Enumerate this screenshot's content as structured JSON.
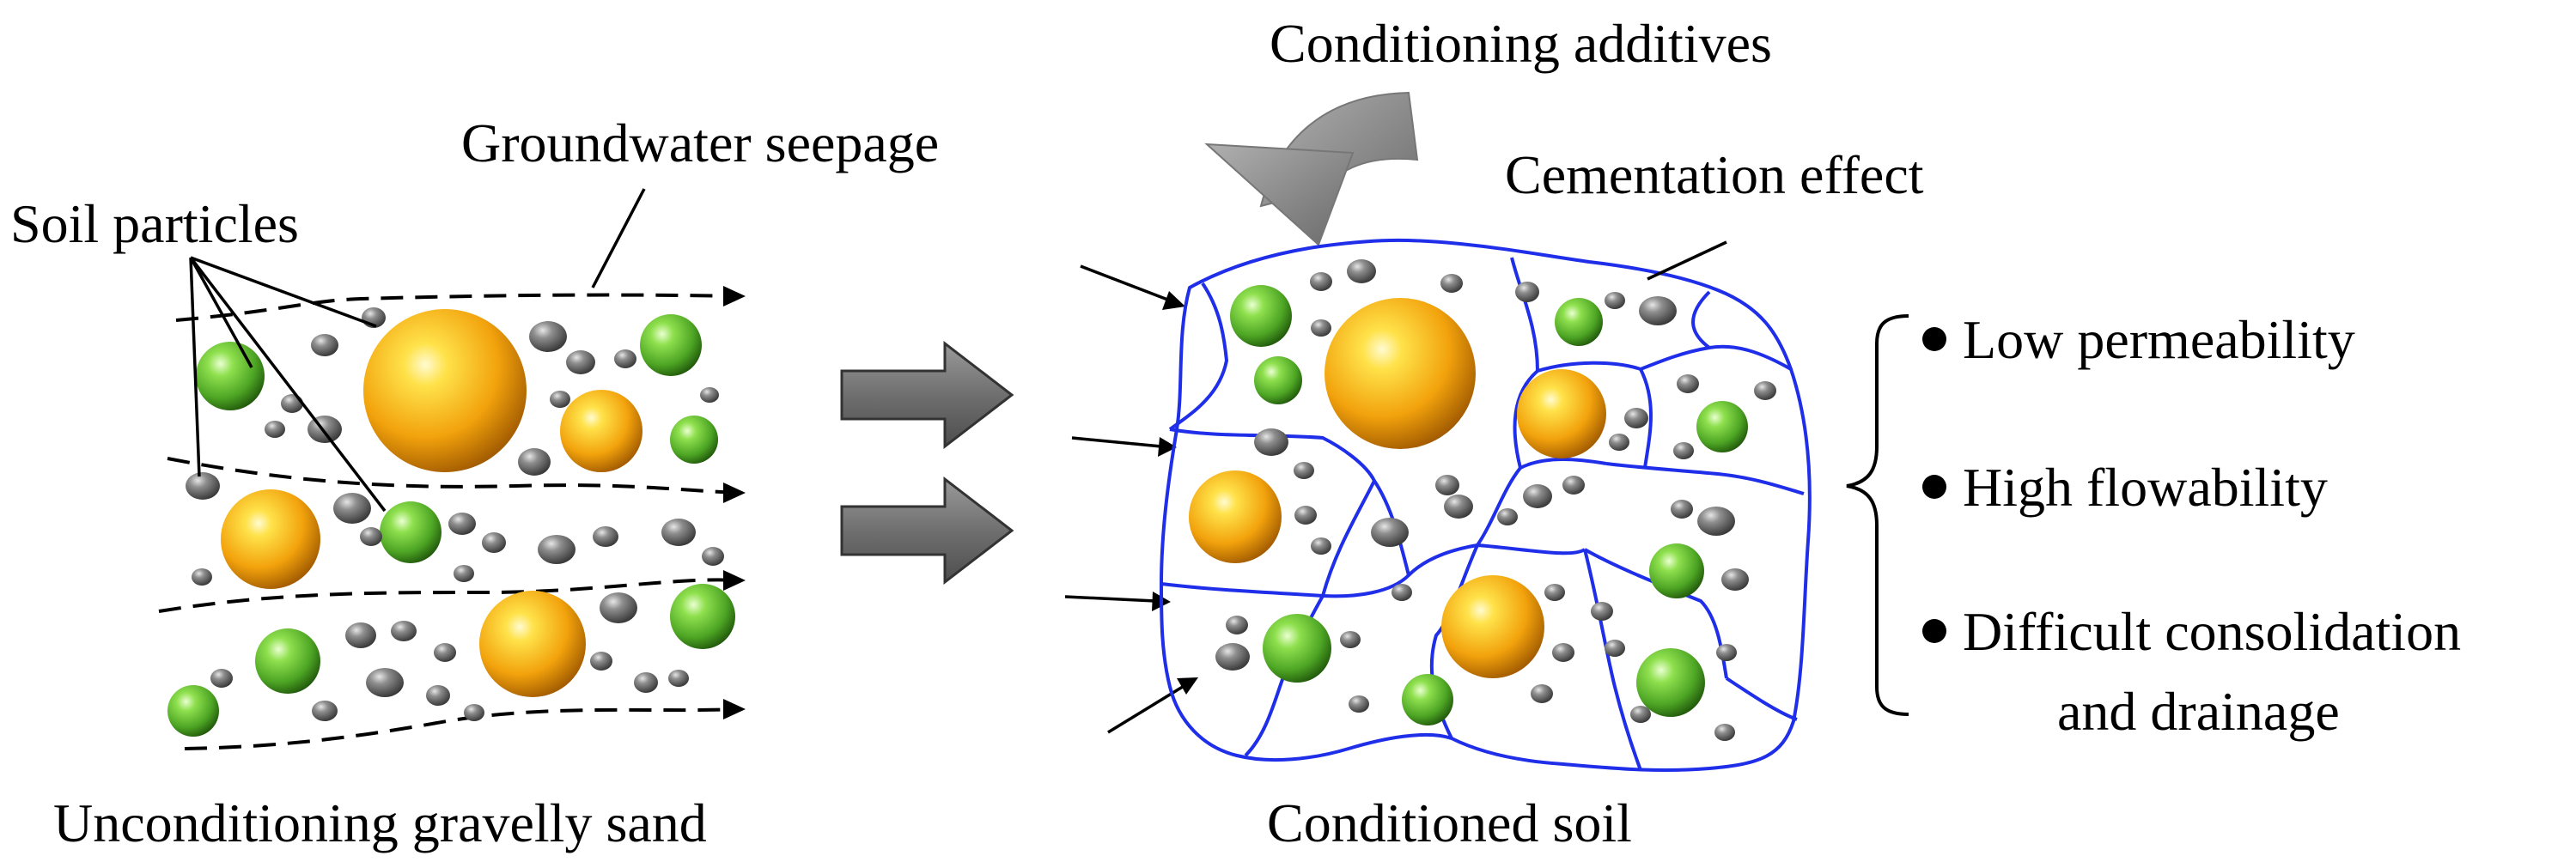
{
  "labels": {
    "soil_particles": "Soil particles",
    "groundwater_seepage": "Groundwater seepage",
    "unconditioned_caption": "Unconditioning gravelly sand",
    "conditioning_additives": "Conditioning additives",
    "cementation_effect": "Cementation effect",
    "conditioned_caption": "Conditioned soil"
  },
  "properties": [
    {
      "text": "Low permeability"
    },
    {
      "text": "High flowability"
    },
    {
      "text": "Difficult consolidation",
      "text2": "and drainage"
    }
  ],
  "colors": {
    "boundary": "#1f2ee8",
    "large_particle": "#f2a20c",
    "medium_particle": "#5fbf2c",
    "small_particle": "#6e6e6e",
    "arrow": "#777777"
  },
  "icons": {
    "bullet": "filled-circle"
  }
}
